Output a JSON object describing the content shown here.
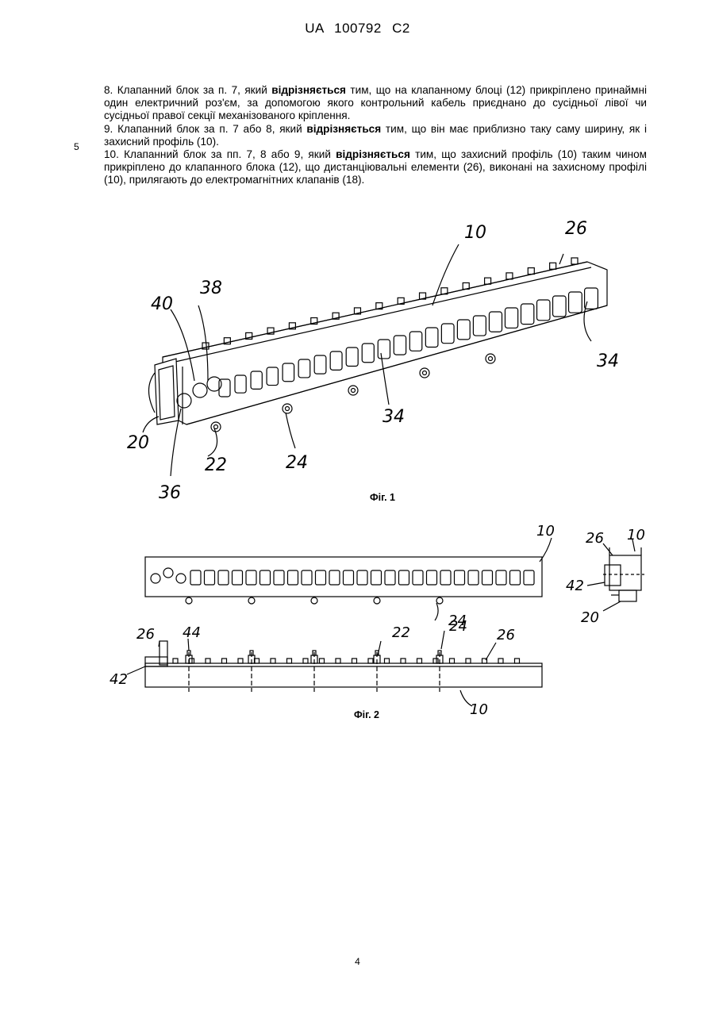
{
  "header": {
    "country": "UA",
    "number": "100792",
    "kind": "C2"
  },
  "claims": [
    {
      "pre": "8. Клапанний блок за п. 7, який ",
      "bold": "відрізняється",
      "post": " тим, що на клапанному блоці (12) прикріплено принаймні один електричний роз'єм, за допомогою якого контрольний кабель приєднано до сусідньої лівої чи сусідньої правої секції механізованого кріплення."
    },
    {
      "pre": "9. Клапанний блок за п. 7 або 8, який ",
      "bold": "відрізняється",
      "post": " тим, що він має приблизно таку саму ширину, як і захисний профіль (10)."
    },
    {
      "pre": "10. Клапанний блок за пп. 7, 8 або 9, який ",
      "bold": "відрізняється",
      "post": " тим, що захисний профіль (10) таким чином прикріплено до клапанного блока (12), що дистанціювальні елементи (26), виконані на захисному профілі (10), прилягають до електромагнітних клапанів (18)."
    }
  ],
  "line_number": "5",
  "figures": {
    "fig1": {
      "caption": "Фіг. 1",
      "labels": {
        "l10": "10",
        "l26": "26",
        "l38": "38",
        "l40": "40",
        "l34a": "34",
        "l34b": "34",
        "l20": "20",
        "l22": "22",
        "l24": "24",
        "l36": "36"
      }
    },
    "fig2": {
      "caption": "Фіг. 2",
      "labels": {
        "l10a": "10",
        "l10b": "10",
        "l10c": "10",
        "l26a": "26",
        "l26b": "26",
        "l26c": "26",
        "l42a": "42",
        "l42b": "42",
        "l20": "20",
        "l24a": "24",
        "l24b": "24",
        "l22": "22",
        "l44": "44"
      }
    }
  },
  "page_number": "4"
}
